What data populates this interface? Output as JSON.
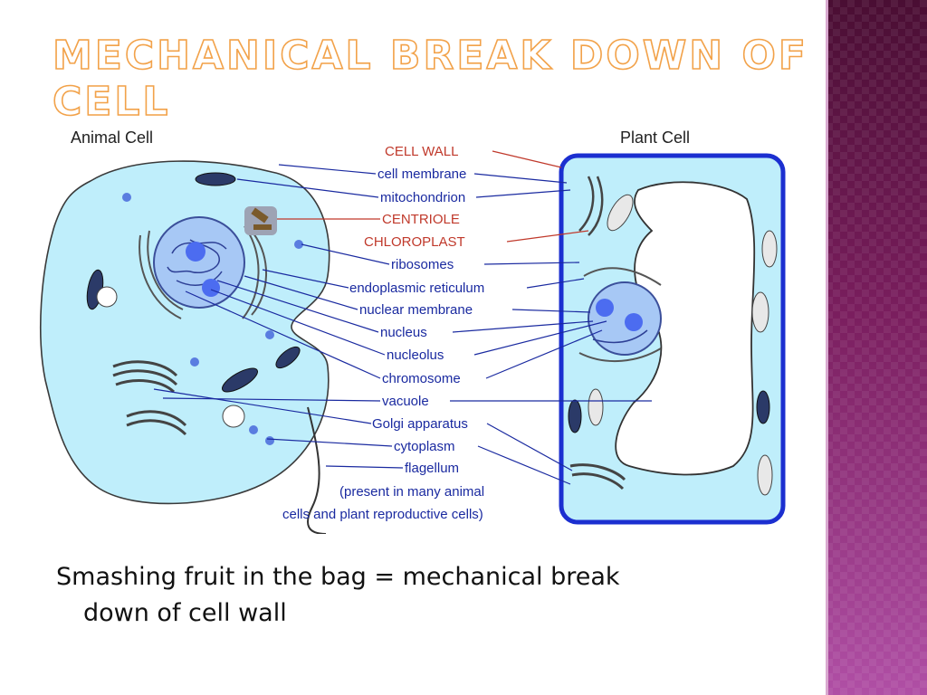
{
  "slide": {
    "title": "MECHANICAL BREAK DOWN OF CELL",
    "body_line1": "Smashing fruit in the bag = mechanical break",
    "body_line2": "down of cell wall",
    "accent_color": "#f2a24a",
    "band_color": "#7a1e5e"
  },
  "diagram": {
    "animal_cell_title": "Animal Cell",
    "plant_cell_title": "Plant Cell",
    "labels": [
      {
        "text": "CELL WALL",
        "style": "red"
      },
      {
        "text": "cell membrane",
        "style": "blue"
      },
      {
        "text": "mitochondrion",
        "style": "blue"
      },
      {
        "text": "CENTRIOLE",
        "style": "red"
      },
      {
        "text": "CHLOROPLAST",
        "style": "red"
      },
      {
        "text": "ribosomes",
        "style": "blue"
      },
      {
        "text": "endoplasmic reticulum",
        "style": "blue"
      },
      {
        "text": "nuclear membrane",
        "style": "blue"
      },
      {
        "text": "nucleus",
        "style": "blue"
      },
      {
        "text": "nucleolus",
        "style": "blue"
      },
      {
        "text": "chromosome",
        "style": "blue"
      },
      {
        "text": "vacuole",
        "style": "blue"
      },
      {
        "text": "Golgi apparatus",
        "style": "blue"
      },
      {
        "text": "cytoplasm",
        "style": "blue"
      },
      {
        "text": "flagellum",
        "style": "blue"
      }
    ],
    "note_line1": "(present in many animal",
    "note_line2": "cells and plant reproductive cells)"
  }
}
